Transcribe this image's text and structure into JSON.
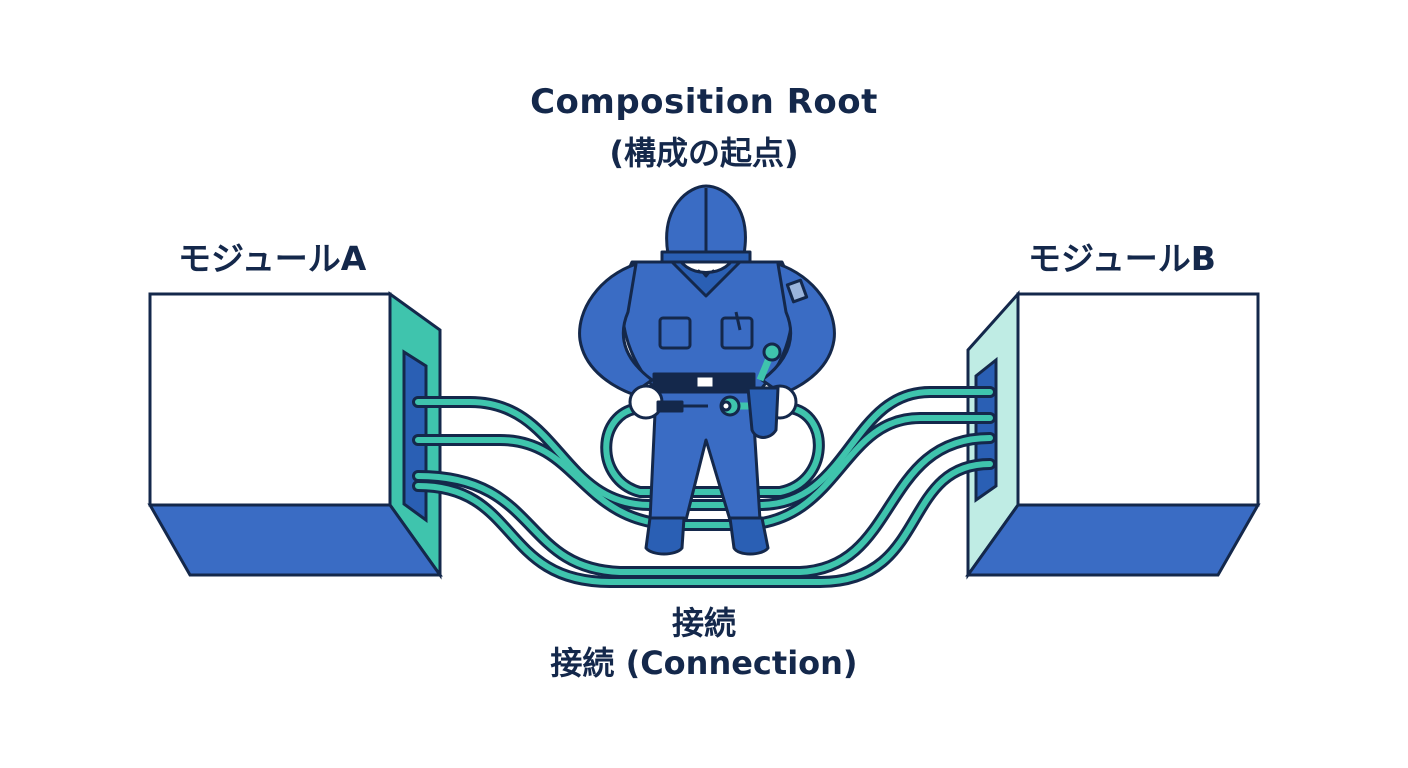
{
  "diagram": {
    "title": {
      "line1": "Composition Root",
      "line2": "(構成の起点)"
    },
    "module_a": {
      "label": "モジュールA"
    },
    "module_b": {
      "label": "モジュールB"
    },
    "connection": {
      "line1": "接続",
      "line2": "接続 (Connection)"
    }
  },
  "colors": {
    "outline": "#14284b",
    "module_face": "#ffffff",
    "module_base": "#3a6cc4",
    "port_a": "#3fc4ad",
    "port_b": "#bfece4",
    "cable": "#3fc4ad",
    "worker_suit": "#3a6cc4",
    "worker_skin": "#ffffff"
  },
  "icons": {
    "worker": "worker-figure-icon",
    "wrench": "wrench-icon",
    "screwdriver": "screwdriver-icon"
  }
}
